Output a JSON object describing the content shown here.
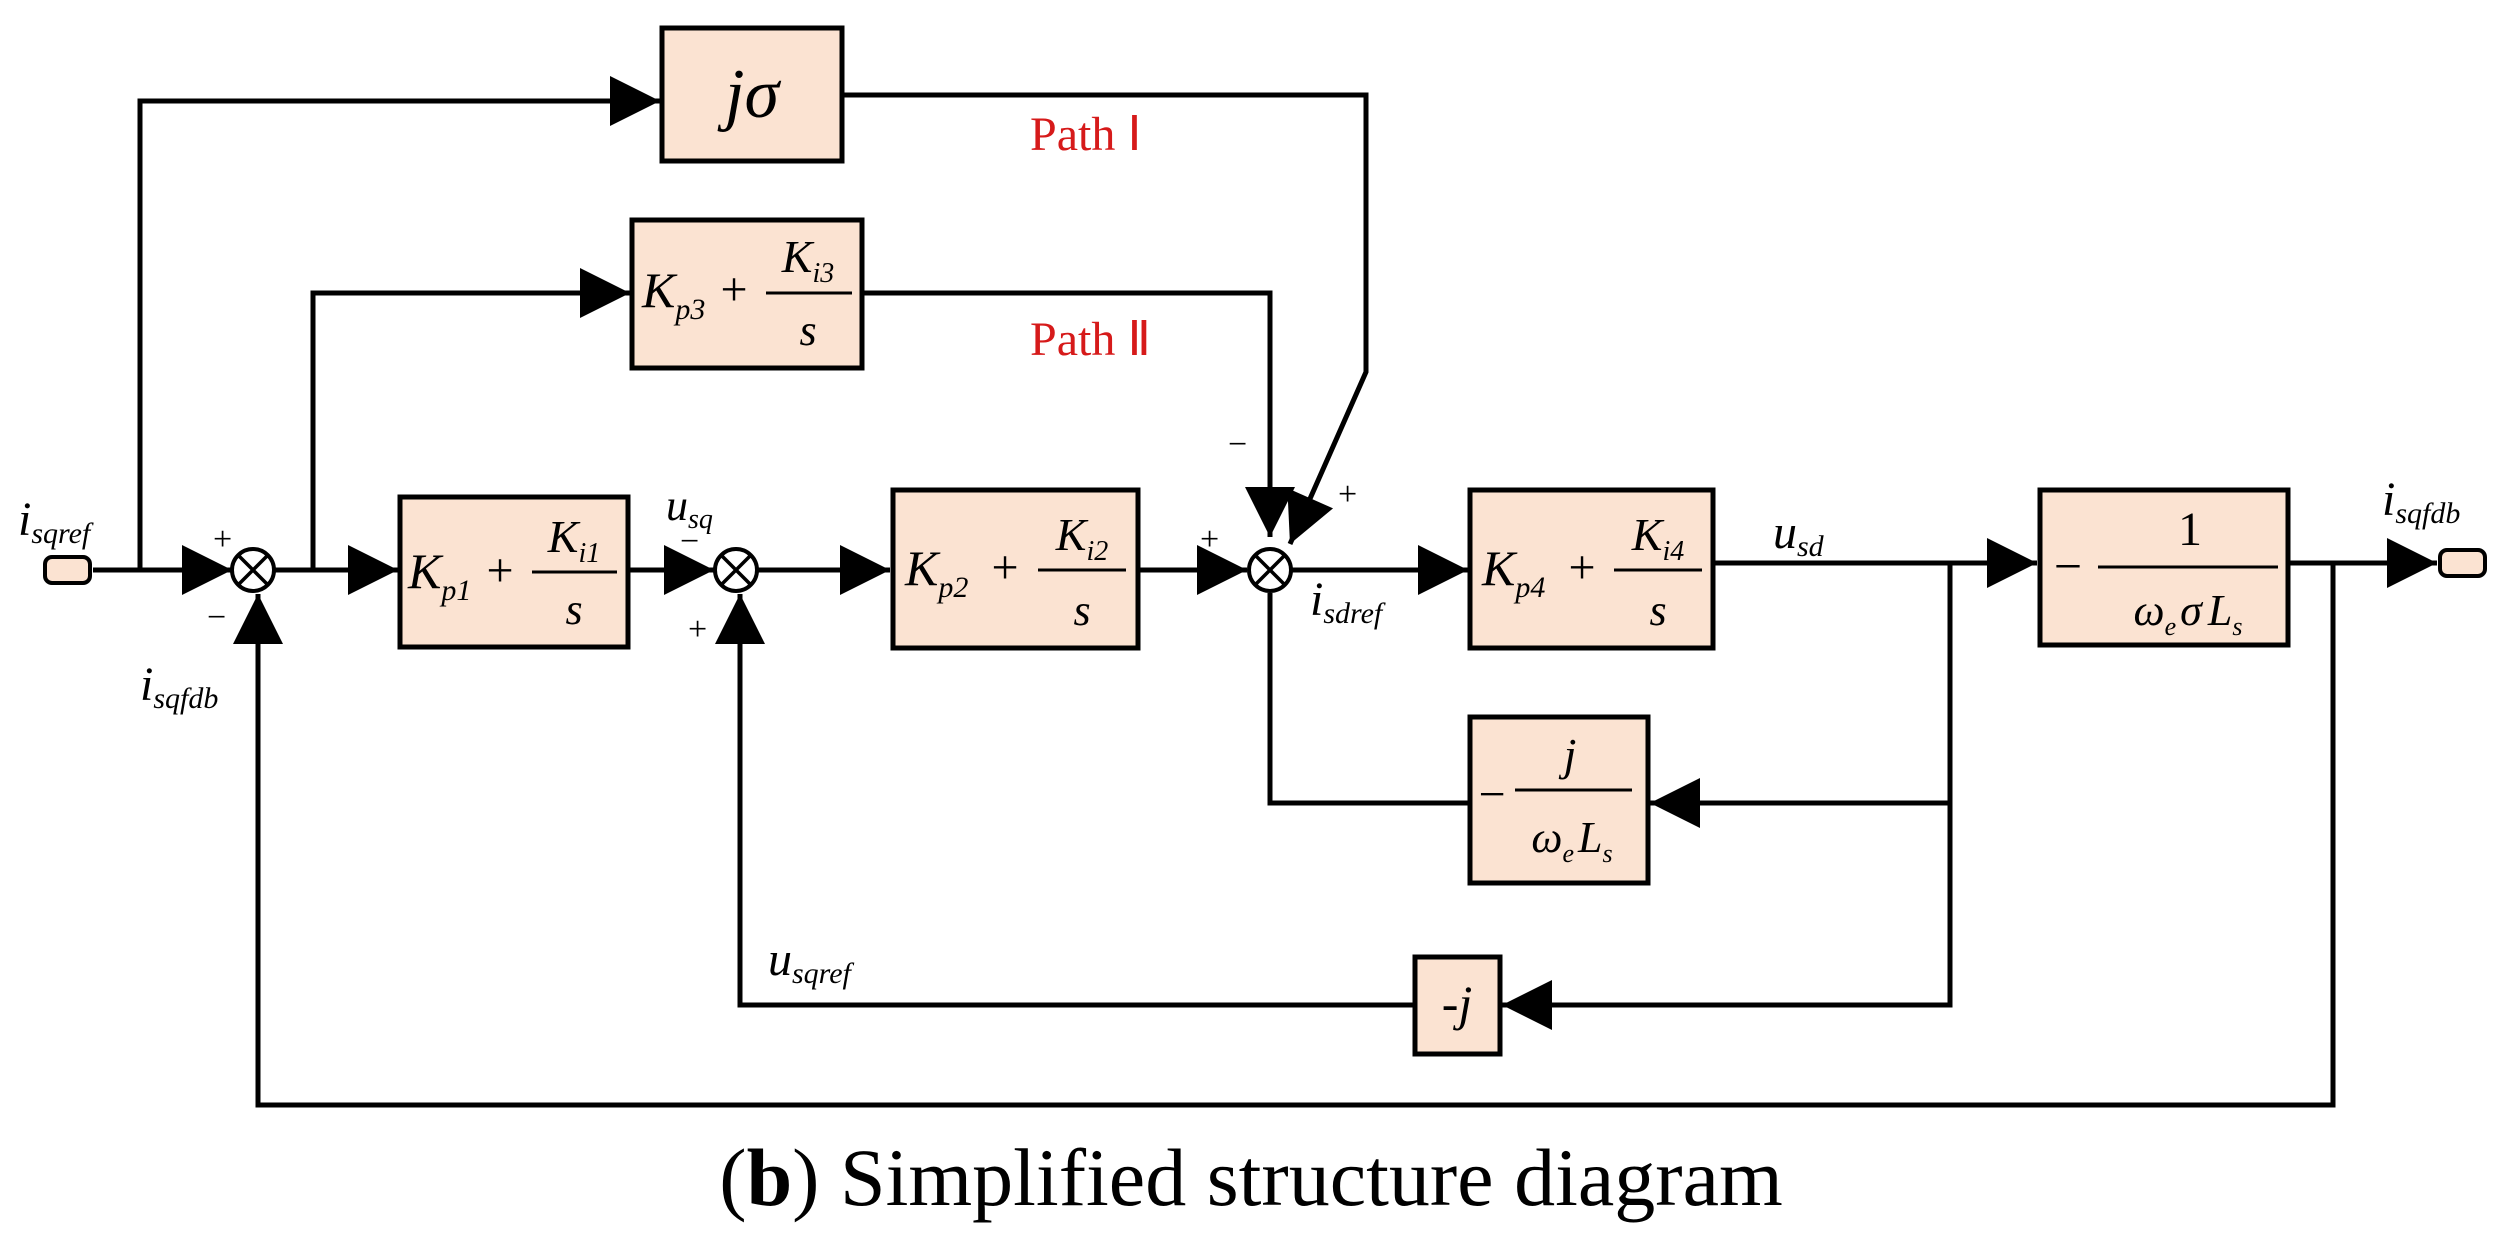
{
  "caption": {
    "letter": "b",
    "text": "Simplified structure diagram"
  },
  "path_labels": {
    "path1": "Path Ⅰ",
    "path2": "Path Ⅱ"
  },
  "blocks": {
    "j_sigma": {
      "j": "j",
      "sigma": "σ"
    },
    "pi3": {
      "K": "K",
      "Ksub": "p3",
      "plus": "+",
      "Ki": "K",
      "Kisub": "i3",
      "s": "s"
    },
    "pi1": {
      "K": "K",
      "Ksub": "p1",
      "plus": "+",
      "Ki": "K",
      "Kisub": "i1",
      "s": "s"
    },
    "pi2": {
      "K": "K",
      "Ksub": "p2",
      "plus": "+",
      "Ki": "K",
      "Kisub": "i2",
      "s": "s"
    },
    "pi4": {
      "K": "K",
      "Ksub": "p4",
      "plus": "+",
      "Ki": "K",
      "Kisub": "i4",
      "s": "s"
    },
    "plant": {
      "minus": "−",
      "num": "1",
      "omega": "ω",
      "omegasub": "e",
      "sigma": "σ",
      "L": "L",
      "Lsub": "s"
    },
    "decouple": {
      "minus": "−",
      "num": "j",
      "omega": "ω",
      "omegasub": "e",
      "L": "L",
      "Lsub": "s"
    },
    "minus_j": {
      "text": "-j"
    }
  },
  "signals": {
    "i_sqref": {
      "base": "i",
      "sub": "sqref"
    },
    "i_sqfdb_left": {
      "base": "i",
      "sub": "sqfdb"
    },
    "i_sqfdb_right": {
      "base": "i",
      "sub": "sqfdb"
    },
    "u_sq": {
      "base": "u",
      "sub": "sq"
    },
    "i_sdref": {
      "base": "i",
      "sub": "sdref"
    },
    "u_sd": {
      "base": "u",
      "sub": "sd"
    },
    "u_sqref": {
      "base": "u",
      "sub": "sqref"
    }
  },
  "signs": {
    "s1_top": "+",
    "s1_bottom": "−",
    "s2_top": "−",
    "s2_bottom": "+",
    "s3_left": "+",
    "s3_top_left": "−",
    "s3_top_right": "+"
  }
}
